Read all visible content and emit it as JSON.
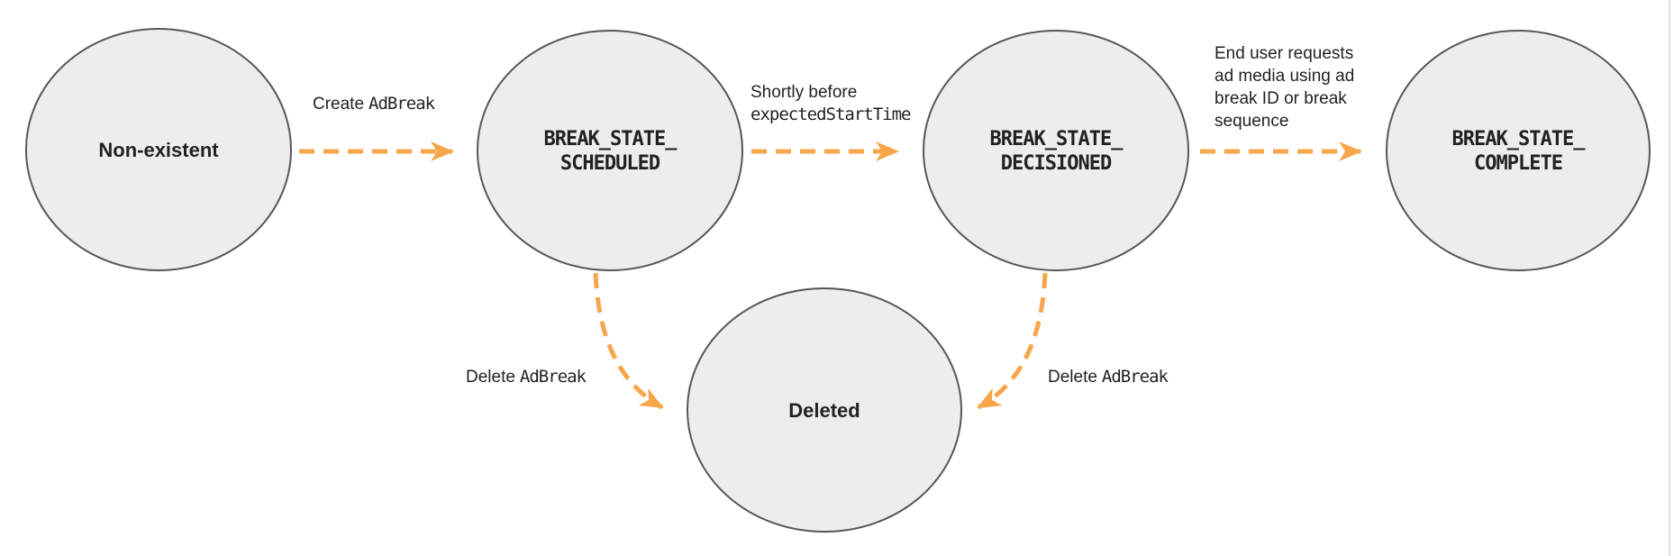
{
  "colors": {
    "arrow_orange": "#F7A64C",
    "node_fill": "#EDEDED",
    "node_stroke": "#54585B",
    "text": "#1F2124",
    "right_border": "#DADCE0",
    "background": "#FFFFFF"
  },
  "nodes": [
    {
      "name": "non-existent",
      "line1": "Non-existent"
    },
    {
      "name": "break-state-scheduled",
      "line1": "BREAK_STATE_",
      "line2": "SCHEDULED"
    },
    {
      "name": "break-state-decisioned",
      "line1": "BREAK_STATE_",
      "line2": "DECISIONED"
    },
    {
      "name": "break-state-complete",
      "line1": "BREAK_STATE_",
      "line2": "COMPLETE"
    },
    {
      "name": "deleted",
      "line1": "Deleted"
    }
  ],
  "edges": {
    "create": {
      "sans": "Create",
      "mono": "AdBreak"
    },
    "shortly": {
      "line1_sans": "Shortly before",
      "line2_mono": "expectedStartTime"
    },
    "end_user": {
      "lines": [
        "End user requests",
        "ad media using ad",
        "break ID or break",
        "sequence"
      ]
    },
    "delete_left": {
      "sans": "Delete",
      "mono": "AdBreak"
    },
    "delete_right": {
      "sans": "Delete",
      "mono": "AdBreak"
    }
  }
}
